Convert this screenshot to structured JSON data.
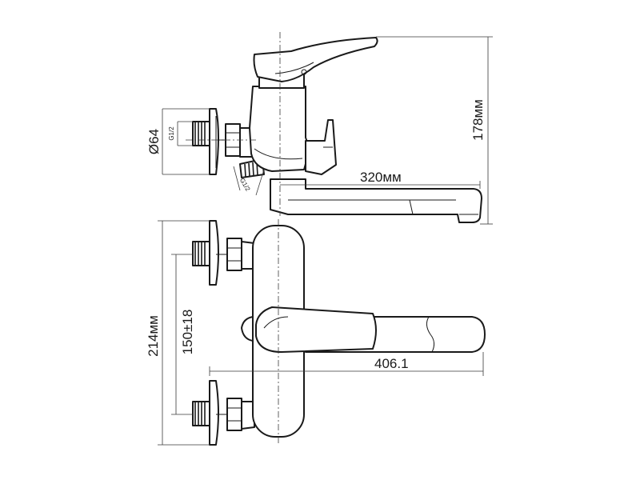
{
  "dimensions": {
    "spout_length": "320мм",
    "total_height": "178мм",
    "flange_diameter": "Ø64",
    "thread_size_top": "G1/2",
    "thread_size_bottom": "G1/2",
    "center_distance": "150±18",
    "total_width": "214мм",
    "total_depth": "406.1"
  },
  "colors": {
    "line": "#1a1a1a",
    "dimension": "#3a3a3a",
    "background": "#ffffff"
  }
}
